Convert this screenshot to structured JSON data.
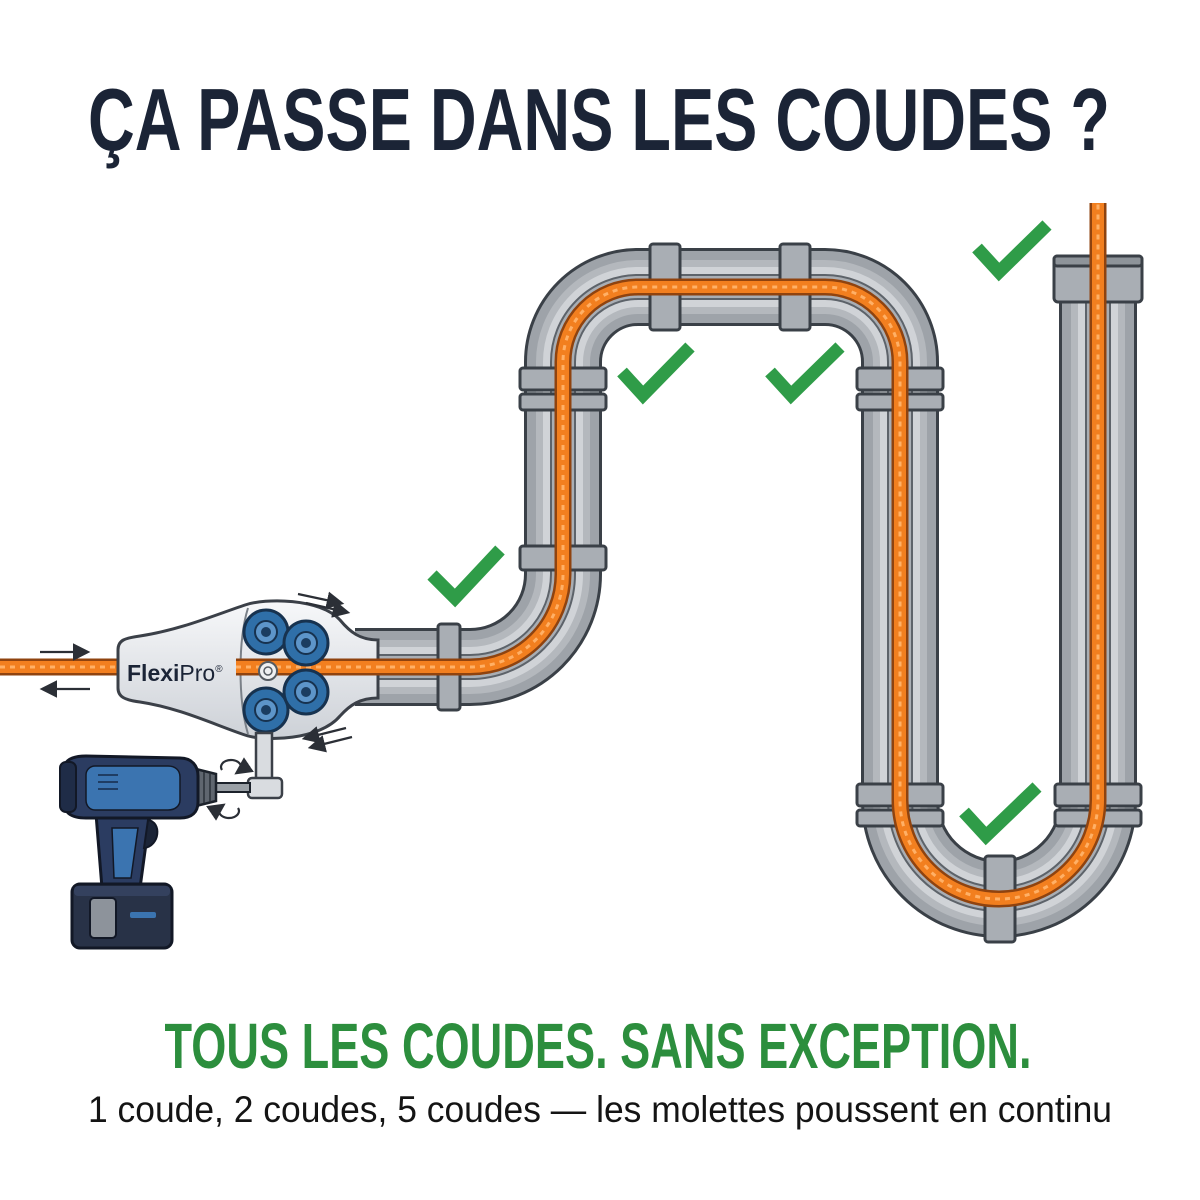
{
  "title": "ÇA PASSE DANS LES COUDES ?",
  "subtitle": "TOUS LES COUDES. SANS EXCEPTION.",
  "caption": "1 coude, 2 coudes, 5 coudes — les molettes poussent en continu",
  "device": {
    "brand_bold": "Flexi",
    "brand_light": "Pro",
    "registered": "®"
  },
  "icons": {
    "check": "check-icon",
    "drill": "cordless-drill-icon",
    "roller": "roller-icon",
    "motion_arrow": "motion-arrow-icon",
    "rotation_arrow": "rotation-arrow-icon"
  },
  "colors": {
    "title": "#1b2436",
    "accent_green": "#2c8e3d",
    "check_green": "#2f9c48",
    "caption": "#141414",
    "cable_orange": "#f27f1f",
    "pipe_gray": "#9ea3a9",
    "roller_blue": "#2f6fa8",
    "drill_navy": "#2b3c61"
  }
}
